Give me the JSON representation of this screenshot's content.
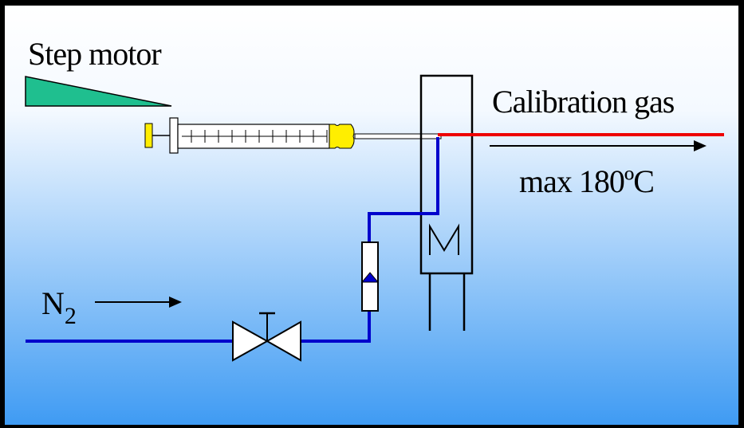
{
  "labels": {
    "step_motor": "Step motor",
    "calibration_gas": "Calibration gas",
    "max_temp": "max 180ºC",
    "n2_main": "N",
    "n2_sub": "2"
  },
  "colors": {
    "background_top": "#ffffff",
    "background_bottom": "#3f9bf3",
    "frame": "#000000",
    "step_motor_wedge": "#1fbf8f",
    "syringe_tip": "#ffee00",
    "plunger_end": "#ffee00",
    "n2_line": "#0000cc",
    "gas_outlet_line": "#ee0000",
    "flowmeter_indicator": "#0000cc"
  },
  "icons": {
    "syringe": "syringe-icon",
    "valve": "valve-icon",
    "flowmeter": "flowmeter-icon",
    "heater": "heater-coil-icon",
    "step_motor": "wedge-icon"
  }
}
